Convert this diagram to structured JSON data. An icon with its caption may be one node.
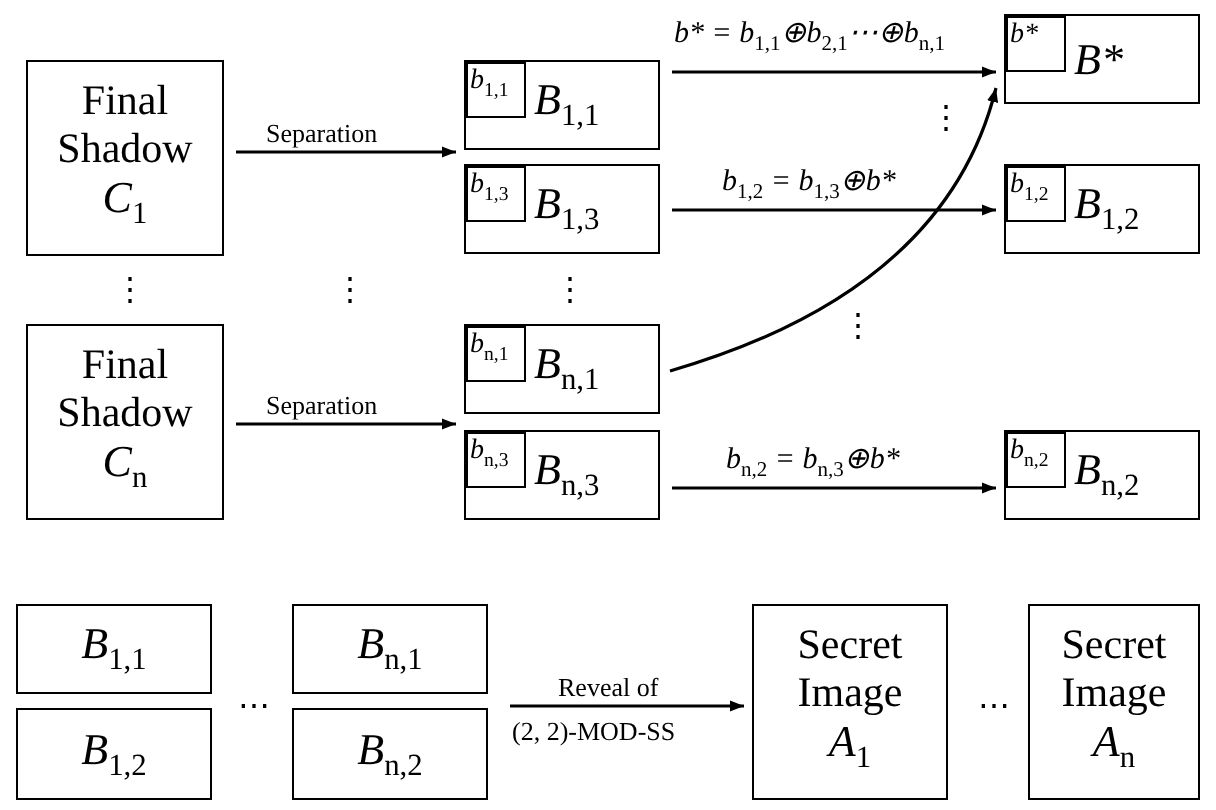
{
  "diagram": {
    "nodes": [
      {
        "text": [
          "Final Shadow",
          "C$_{1}$"
        ]
      },
      {
        "text": [
          "B$_{1,1}$"
        ]
      },
      {
        "text": [
          "b$_{1,1}$"
        ],
        "in": 1
      },
      {
        "text": [
          "B$_{1,3}$"
        ]
      },
      {
        "text": [
          "b$_{1,3}$"
        ],
        "in": 3
      },
      {
        "text": [
          "Final Shadow",
          "C$_{n}$"
        ]
      },
      {
        "text": [
          "B$_{n,1}$"
        ]
      },
      {
        "text": [
          "b$_{n,1}$"
        ],
        "in": 6
      },
      {
        "text": [
          "B$_{n,3}$"
        ]
      },
      {
        "text": [
          "b$_{n,3}$"
        ],
        "in": 8
      },
      {
        "text": [
          "B*"
        ]
      },
      {
        "text": [
          "b*"
        ],
        "in": 10
      },
      {
        "text": [
          "B$_{1,2}$"
        ]
      },
      {
        "text": [
          "b$_{1,2}$"
        ],
        "in": 12
      },
      {
        "text": [
          "B$_{n,2}$"
        ]
      },
      {
        "text": [
          "b$_{n,2}$"
        ],
        "in": 14
      },
      {
        "text": [
          "B$_{1,1}$"
        ]
      },
      {
        "text": [
          "B$_{1,2}$"
        ]
      },
      {
        "text": [
          "B$_{n,1}$"
        ]
      },
      {
        "text": [
          "B$_{n,2}$"
        ]
      },
      {
        "text": [
          "Secret Image",
          "A$_{1}$"
        ]
      },
      {
        "text": [
          "Secret Image",
          "A$_{n}$"
        ]
      }
    ],
    "edges": [
      {
        "from": 0,
        "to": 1,
        "arrow": "to",
        "label": "Separation"
      },
      {
        "from": 5,
        "to": 6,
        "arrow": "to",
        "label": "Separation"
      },
      {
        "from": 1,
        "to": 10,
        "arrow": "to",
        "label": "b* = b$_{1,1}$⊕b$_{2,1}$⋯⊕b$_{n,1}$"
      },
      {
        "from": 3,
        "to": 12,
        "arrow": "to",
        "label": "b$_{1,2}$ = b$_{1,3}$⊕b*"
      },
      {
        "from": 6,
        "to": 10,
        "arrow": "to"
      },
      {
        "from": 8,
        "to": 14,
        "arrow": "to",
        "label": "b$_{n,2}$ = b$_{n,3}$⊕b*"
      },
      {
        "from": 19,
        "to": 20,
        "arrow": "to",
        "label": "Reveal of"
      }
    ],
    "labels": [
      "⋮",
      "⋮",
      "⋮",
      "⋮",
      "⋮",
      "(2, 2)-MOD-SS",
      "⋯",
      "⋯"
    ]
  }
}
